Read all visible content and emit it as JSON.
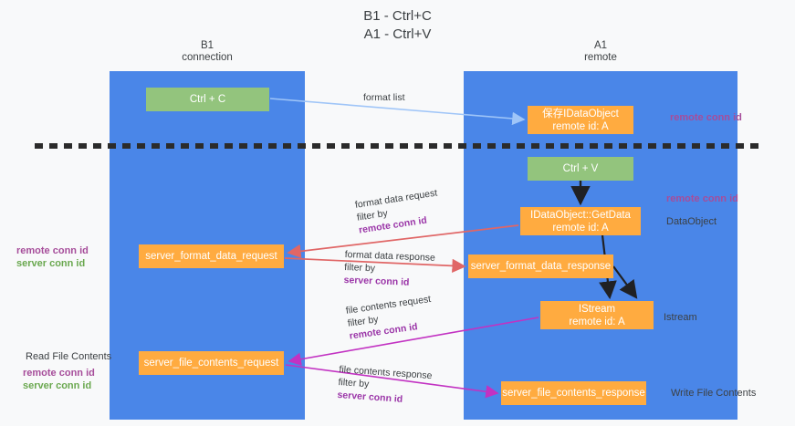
{
  "title": {
    "line1": "B1 - Ctrl+C",
    "line2": "A1 - Ctrl+V"
  },
  "lanes": [
    {
      "id": "b1",
      "name": "B1",
      "role": "connection"
    },
    {
      "id": "a1",
      "name": "A1",
      "role": "remote"
    }
  ],
  "nodes": {
    "ctrl_c": {
      "label": "Ctrl + C",
      "sub": "",
      "color": "#93c47d"
    },
    "save_idataobject": {
      "label": "保存IDataObject",
      "sub": "remote id: A",
      "color": "#ffab40"
    },
    "ctrl_v": {
      "label": "Ctrl + V",
      "sub": "",
      "color": "#93c47d"
    },
    "getdata": {
      "label": "IDataObject::GetData",
      "sub": "remote id: A",
      "color": "#ffab40"
    },
    "server_format_data_request": {
      "label": "server_format_data_request",
      "sub": "",
      "color": "#ffab40"
    },
    "server_format_data_response": {
      "label": "server_format_data_response",
      "sub": "",
      "color": "#ffab40"
    },
    "istream": {
      "label": "IStream",
      "sub": "remote id: A",
      "color": "#ffab40"
    },
    "server_file_contents_request": {
      "label": "server_file_contents_request",
      "sub": "",
      "color": "#ffab40"
    },
    "server_file_contents_response": {
      "label": "server_file_contents_response",
      "sub": "",
      "color": "#ffab40"
    }
  },
  "edge_labels": {
    "format_list": "format list",
    "format_data_request": "format data request",
    "format_data_request_filter_prefix": "filter by ",
    "format_data_request_filter_key": "remote conn id",
    "format_data_response": "format data response",
    "format_data_response_filter_prefix": "filter by ",
    "format_data_response_filter_key": "server conn id",
    "file_contents_request": "file contents request",
    "file_contents_request_filter_prefix": "filter by ",
    "file_contents_request_filter_key": "remote conn id",
    "file_contents_response": "file contents response",
    "file_contents_response_filter_prefix": "filter by ",
    "file_contents_response_filter_key": "server conn id"
  },
  "annotations": {
    "right_remote_conn_id_1": "remote conn id",
    "right_remote_conn_id_2": "remote conn id",
    "right_dataobject": "DataObject",
    "right_istream": "Istream",
    "right_write_file_contents": "Write File Contents",
    "left_remote_conn_id": "remote conn id",
    "left_server_conn_id": "server conn id",
    "left_read_file_contents": "Read File Contents",
    "left_remote_conn_id_2": "remote conn id",
    "left_server_conn_id_2": "server conn id"
  },
  "colors": {
    "lane": "#4a86e8",
    "green_node": "#93c47d",
    "orange_node": "#ffab40",
    "purple_key": "#a64d9a",
    "green_key": "#6aa84f",
    "arrow_light_blue": "#9fc5f8",
    "arrow_red": "#e06666",
    "arrow_magenta": "#c232c2",
    "arrow_dark": "#202124",
    "background": "#f8f9fa"
  }
}
